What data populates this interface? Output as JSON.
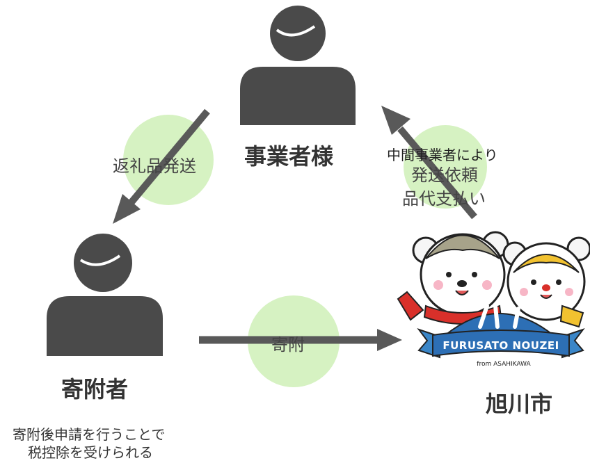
{
  "nodes": {
    "business": {
      "label": "事業者様"
    },
    "donor": {
      "label": "寄附者"
    },
    "city": {
      "label": "旭川市"
    }
  },
  "flows": {
    "return_gift": {
      "label": "返礼品発送"
    },
    "donation": {
      "label": "寄附"
    },
    "request": {
      "via": "中間事業者により",
      "line1": "発送依頼",
      "line2": "品代支払い"
    }
  },
  "donor_note": {
    "line1": "寄附後申請を行うことで",
    "line2": "税控除を受けられる"
  },
  "logo": {
    "main_text": "FURUSATO NOUZEI",
    "sub_text": "from ASAHIKAWA"
  },
  "colors": {
    "person": "#4a4a4a",
    "arrow": "#595959",
    "circle": "#d6f2c2",
    "logo_banner": "#2d6fb5"
  },
  "icons": [
    "person-icon",
    "arrow-icon",
    "mascot-logo"
  ]
}
